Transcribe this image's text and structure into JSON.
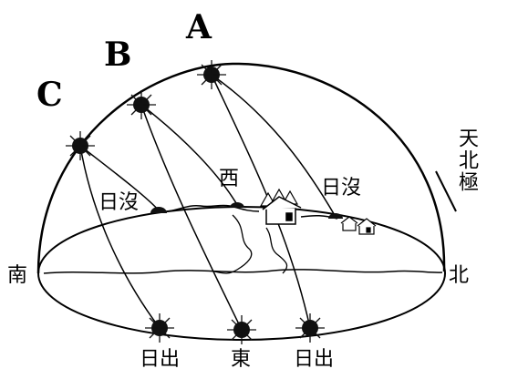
{
  "labels": {
    "path_a": "A",
    "path_b": "B",
    "path_c": "C",
    "south": "南",
    "north": "北",
    "east": "東",
    "west": "西",
    "sunset_left": "日沒",
    "sunset_right": "日沒",
    "sunrise_left": "日出",
    "sunrise_right": "日出",
    "celestial_pole": "天北極"
  },
  "colors": {
    "line": "#000000",
    "sun": "#111111",
    "background": "#ffffff"
  },
  "icons": [
    "sun-icon",
    "house-icon",
    "tree-icon"
  ]
}
